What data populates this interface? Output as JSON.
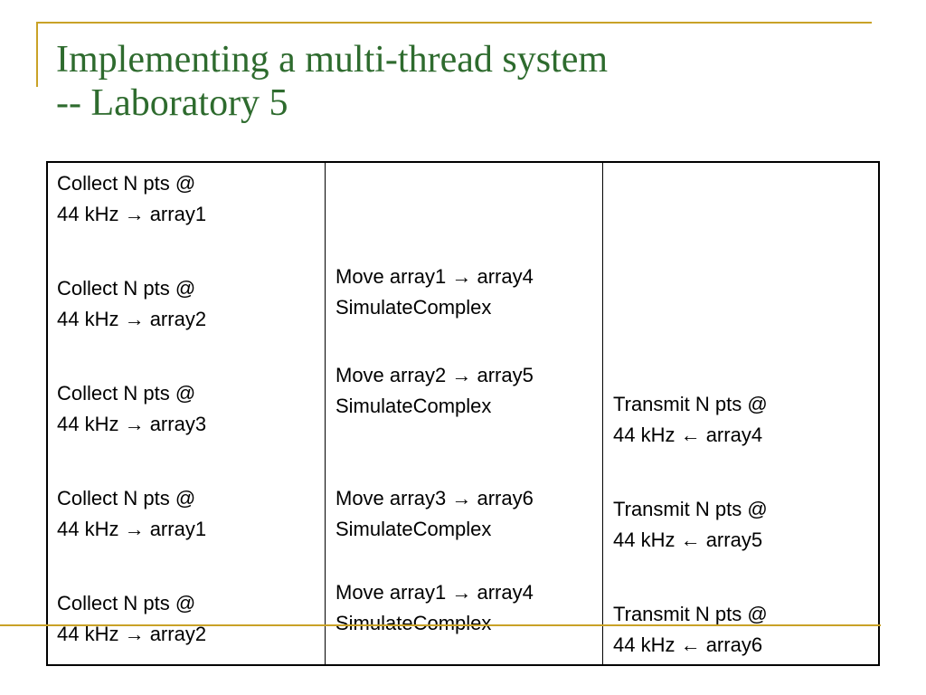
{
  "title": {
    "line1": "Implementing a multi-thread system",
    "line2": "-- Laboratory 5"
  },
  "table": {
    "collect": [
      {
        "line1": "Collect N pts @",
        "line2": "44 kHz → array1"
      },
      {
        "line1": "Collect N pts @",
        "line2": "44 kHz → array2"
      },
      {
        "line1": "Collect N pts @",
        "line2": "44 kHz → array3"
      },
      {
        "line1": "Collect N pts @",
        "line2": "44 kHz → array1"
      },
      {
        "line1": "Collect N pts @",
        "line2": "44 kHz → array2"
      }
    ],
    "move": [
      {
        "line1": "Move array1 → array4",
        "line2": "SimulateComplex"
      },
      {
        "line1": "Move array2 → array5",
        "line2": "SimulateComplex"
      },
      {
        "line1": "Move array3 → array6",
        "line2": "SimulateComplex"
      },
      {
        "line1": "Move array1 → array4",
        "line2": "SimulateComplex"
      }
    ],
    "transmit": [
      {
        "line1": "Transmit N pts @",
        "line2": "44 kHz ← array4"
      },
      {
        "line1": "Transmit N pts @",
        "line2": "44 kHz ← array5"
      },
      {
        "line1": "Transmit N pts @",
        "line2": "44 kHz ← array6"
      }
    ]
  },
  "colors": {
    "title": "#2e6b2e",
    "accent_lines": "#c9a227",
    "text": "#000000"
  }
}
